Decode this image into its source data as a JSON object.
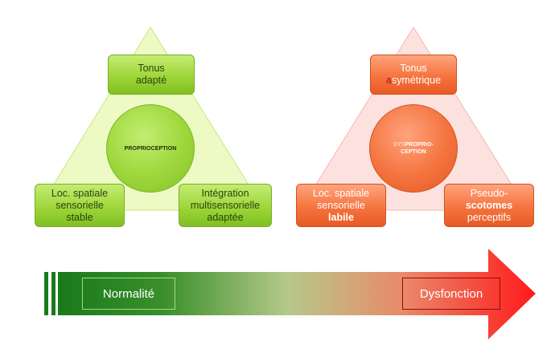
{
  "left_diagram": {
    "top": "Tonus\nadapté",
    "center": "PROPRIOCEPTION",
    "bottom_left": "Loc. spatiale\nsensorielle\nstable",
    "bottom_right": "Intégration\nmultisensorielle\nadaptée"
  },
  "right_diagram": {
    "top_line1": "Tonus",
    "top_line2_highlight": "a",
    "top_line2_rest": "symétrique",
    "center_prefix": "DYS",
    "center_rest_line1": "PROPRIO-",
    "center_line2": "CEPTION",
    "bottom_left_lines": "Loc. spatiale\nsensorielle",
    "bottom_left_highlight": "labile",
    "bottom_right_line1": "Pseudo-",
    "bottom_right_highlight": "scotomes",
    "bottom_right_line3": "perceptifs"
  },
  "arrow": {
    "left_label": "Normalité",
    "right_label": "Dysfonction"
  },
  "colors": {
    "green": "#9fd63a",
    "orange": "#f4733e",
    "arrow_start": "#1a7a1a",
    "arrow_end": "#ff1a1a"
  }
}
